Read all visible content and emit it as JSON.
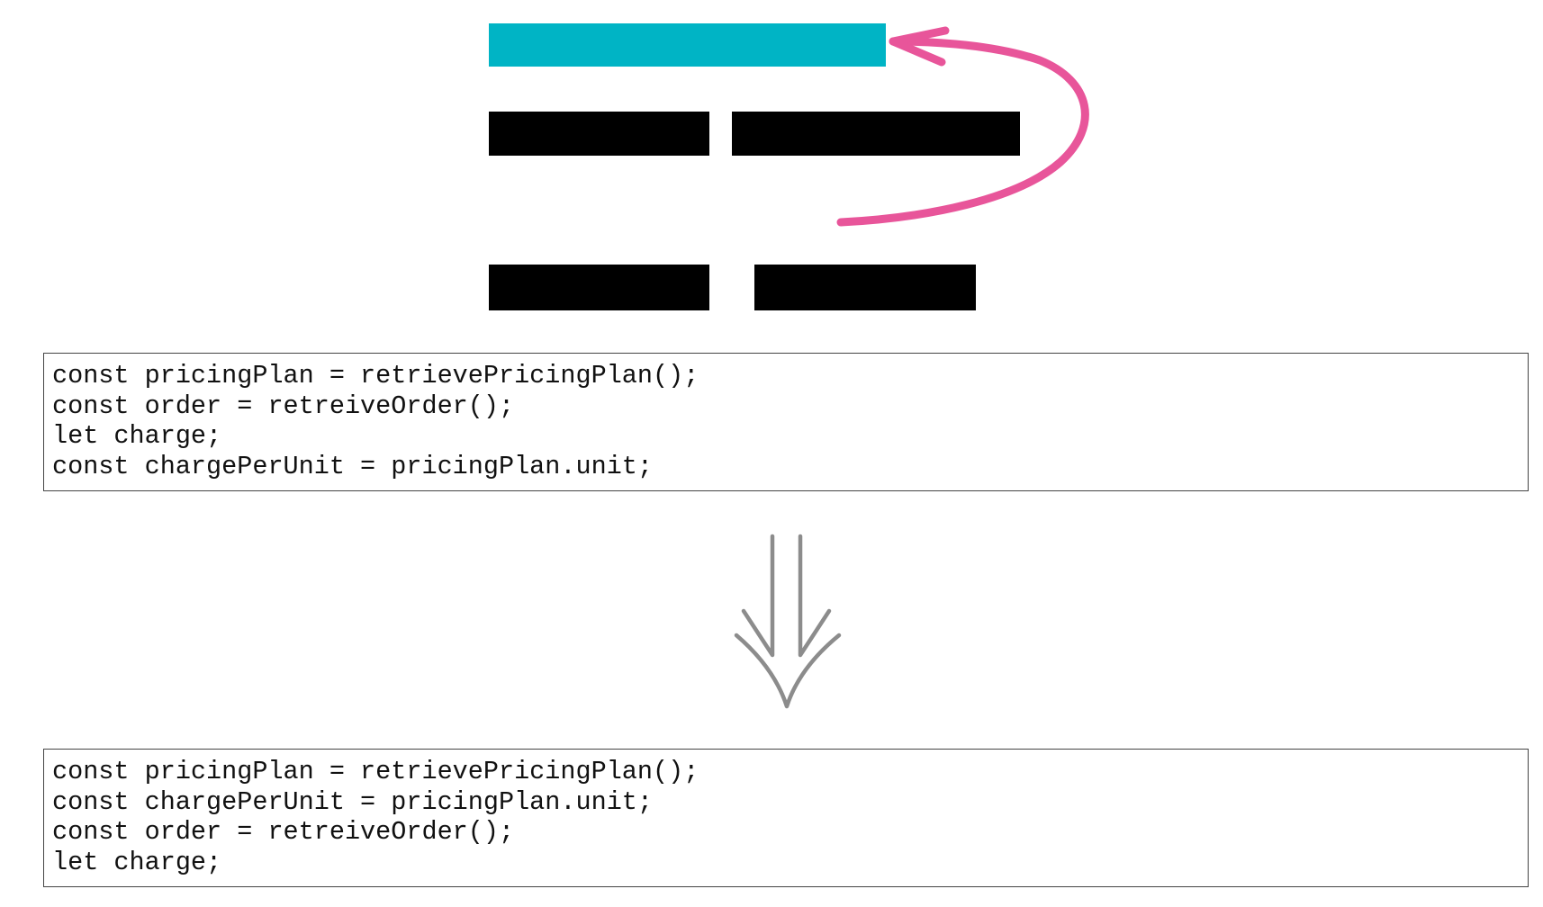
{
  "colors": {
    "moved_bar": "#00b4c5",
    "static_bar": "#000000",
    "move_arrow": "#e8559a",
    "transform_arrow": "#8c8c8c",
    "box_border": "#444444"
  },
  "icons": {
    "move_arrow": "curved-arrow-icon",
    "transform_arrow": "double-down-arrow-icon"
  },
  "code_before": {
    "lines": [
      "const pricingPlan = retrievePricingPlan();",
      "const order = retreiveOrder();",
      "let charge;",
      "const chargePerUnit = pricingPlan.unit;"
    ]
  },
  "code_after": {
    "lines": [
      "const pricingPlan = retrievePricingPlan();",
      "const chargePerUnit = pricingPlan.unit;",
      "const order = retreiveOrder();",
      "let charge;"
    ]
  }
}
